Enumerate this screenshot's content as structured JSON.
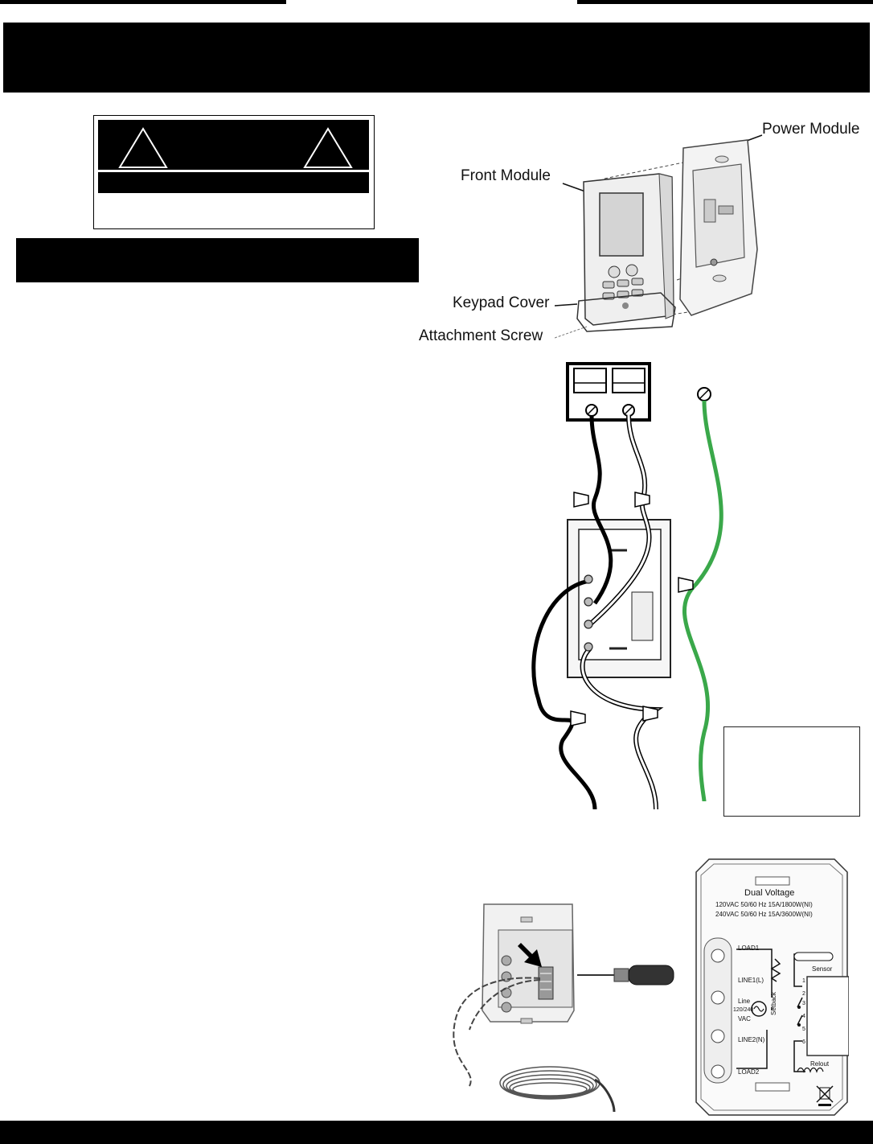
{
  "labels": {
    "power_module": "Power Module",
    "front_module": "Front Module",
    "keypad_cover": "Keypad Cover",
    "attachment_screw": "Attachment Screw"
  },
  "back_panel": {
    "title": "Dual Voltage",
    "spec_line_1": "120VAC 50/60 Hz  15A/1800W(NI)",
    "spec_line_2": "240VAC 50/60 Hz  15A/3600W(NI)",
    "load1": "LOAD1",
    "line1": "LINE1(L)",
    "line": "Line",
    "voltage": "120/240",
    "vac": "VAC",
    "line2": "LINE2(N)",
    "load2": "LOAD2",
    "setback": "Setback",
    "sensor": "Sensor",
    "relout": "Relout",
    "terminal_1": "1",
    "terminal_2": "2",
    "terminal_3": "3",
    "terminal_4": "4",
    "terminal_5": "5",
    "terminal_6": "6"
  },
  "colors": {
    "ground_wire": "#3aa84a",
    "neutral_wire": "#ffffff",
    "line_wire": "#000000"
  }
}
